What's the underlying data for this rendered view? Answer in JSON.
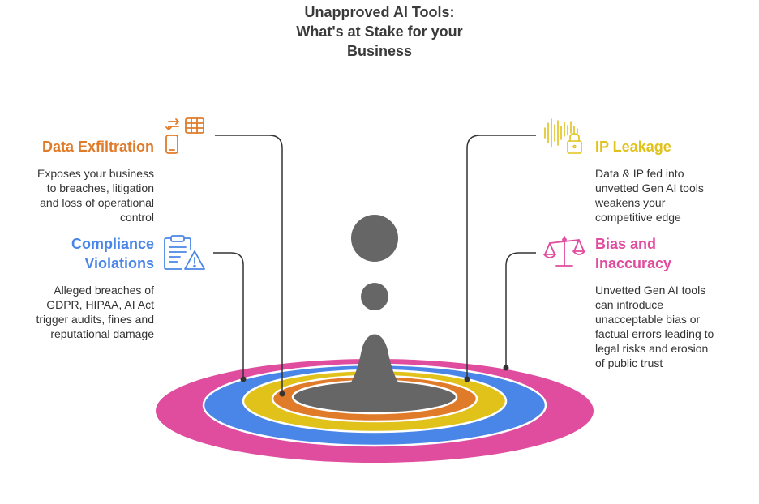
{
  "title": {
    "lines": [
      "Unapproved AI Tools:",
      "What's at Stake for your",
      "Business"
    ]
  },
  "items": [
    {
      "heading_lines": [
        "Data Exfiltration"
      ],
      "description_lines": [
        "Exposes your business",
        "to breaches, litigation",
        "and loss of operational",
        "control"
      ],
      "color": "#e07b2a",
      "icon": "data-transfer-icon"
    },
    {
      "heading_lines": [
        "Compliance",
        "Violations"
      ],
      "description_lines": [
        "Alleged breaches of",
        "GDPR, HIPAA, AI Act",
        "trigger audits, fines and",
        "reputational damage"
      ],
      "color": "#4a86e8",
      "icon": "document-warning-icon"
    },
    {
      "heading_lines": [
        "IP Leakage"
      ],
      "description_lines": [
        "Data & IP fed into",
        "unvetted Gen AI tools",
        "weakens your",
        "competitive edge"
      ],
      "color": "#e0c21a",
      "icon": "audio-lock-icon"
    },
    {
      "heading_lines": [
        "Bias and",
        "Inaccuracy"
      ],
      "description_lines": [
        "Unvetted Gen AI tools",
        "can introduce",
        "unacceptable bias or",
        "factual errors leading to",
        "legal risks and erosion",
        "of public trust"
      ],
      "color": "#e04c9e",
      "icon": "scales-icon"
    }
  ],
  "rings": {
    "colors": [
      "#e04c9e",
      "#4a86e8",
      "#e0c21a",
      "#e07b2a",
      "#666666"
    ],
    "center_color": "#666666",
    "connector_color": "#333333"
  }
}
